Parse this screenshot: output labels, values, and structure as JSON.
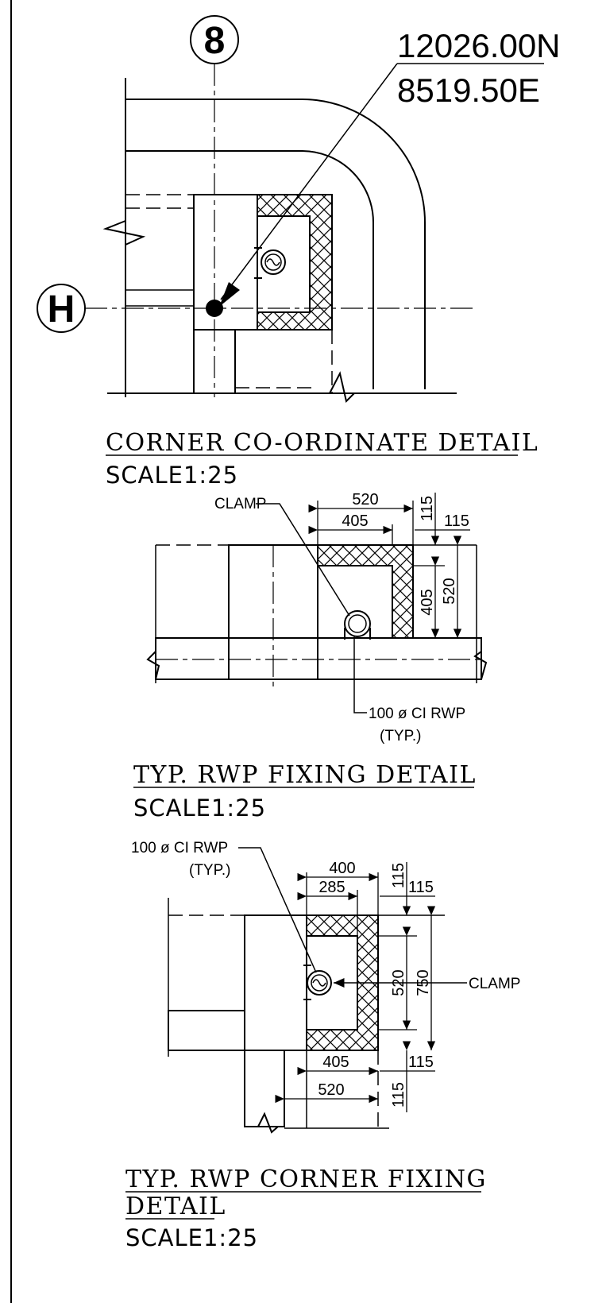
{
  "grid": {
    "col_label": "8",
    "row_label": "H"
  },
  "coords": {
    "north": "12026.00N",
    "east": "8519.50E"
  },
  "detail1": {
    "title": "CORNER CO-ORDINATE DETAIL",
    "scale": "SCALE1:25"
  },
  "detail2": {
    "title": "TYP. RWP FIXING DETAIL",
    "scale": "SCALE1:25",
    "clamp_label": "CLAMP",
    "pipe_label": "100 ø CI RWP",
    "pipe_sub": "(TYP.)",
    "dims": {
      "w_outer": "520",
      "w_inner": "405",
      "t_top": "115",
      "t_side": "115",
      "h_inner": "405",
      "h_outer": "520"
    }
  },
  "detail3": {
    "title_line1": "TYP. RWP CORNER FIXING",
    "title_line2": "DETAIL",
    "scale": "SCALE1:25",
    "clamp_label": "CLAMP",
    "pipe_label": "100 ø CI RWP",
    "pipe_sub": "(TYP.)",
    "dims": {
      "w_top_outer": "400",
      "w_top_inner": "285",
      "t_top": "115",
      "t_side": "115",
      "h_inner": "520",
      "h_outer": "750",
      "w_bot_inner": "405",
      "w_bot_outer": "520",
      "t_bot": "115",
      "t_bot2": "115"
    }
  }
}
